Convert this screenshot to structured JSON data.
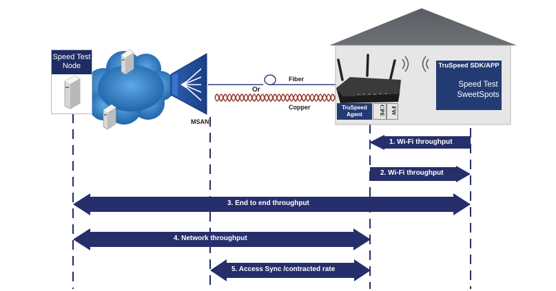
{
  "nodes": {
    "speed_test_node": "Speed Test Node",
    "msan": "MSAN",
    "fiber": "Fiber",
    "or": "Or",
    "copper": "Copper",
    "sdk_app": "TruSpeed SDK/APP",
    "sweetspots": "Speed Test SweetSpots",
    "agent": "TruSpeed Agent",
    "cpe": "CPE",
    "fw": "FW"
  },
  "flows": [
    {
      "label": "1. Wi-Fi throughput",
      "direction": "left"
    },
    {
      "label": "2. Wi-Fi throughput",
      "direction": "right"
    },
    {
      "label": "3. End to end throughput",
      "direction": "both"
    },
    {
      "label": "4. Network throughput",
      "direction": "both"
    },
    {
      "label": "5.  Access Sync /contracted rate",
      "direction": "both"
    }
  ],
  "colors": {
    "navy": "#1f2b63",
    "arrow": "#262f6b",
    "cloud": "#2f7fc2",
    "house": "#e6e6e6",
    "roof": "#5e6266",
    "fiber_line": "#2f3d86",
    "copper_line": "#b24a3c"
  }
}
